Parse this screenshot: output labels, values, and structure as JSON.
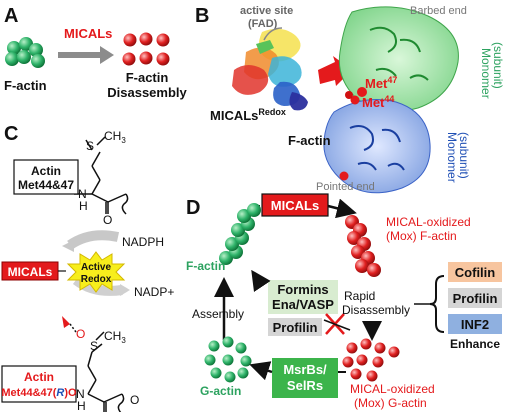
{
  "panel_labels": {
    "a": "A",
    "b": "B",
    "c": "C",
    "d": "D"
  },
  "panel_a": {
    "micals": "MICALs",
    "factin": "F-actin",
    "disassembly_1": "F-actin",
    "disassembly_2": "Disassembly"
  },
  "panel_b": {
    "active_site_1": "active site",
    "active_site_2": "(FAD)",
    "barbed_end": "Barbed end",
    "monomer_1": "Monomer",
    "monomer_2": "(subunit)",
    "met47": "Met",
    "met47_sup": "47",
    "met44": "Met",
    "met44_sup": "44",
    "micals_redox": "MICALs",
    "micals_redox_sup": "Redox",
    "factin": "F-actin",
    "pointed_end": "Pointed end"
  },
  "panel_c": {
    "ch3": "CH",
    "ch3_sub": "3",
    "s": "S",
    "actin_box_1": "Actin",
    "actin_box_2": "Met44&47",
    "nh": "N",
    "nh_h": "H",
    "o": "O",
    "nadph": "NADPH",
    "nadp": "NADP+",
    "micals": "MICALs",
    "active_redox_1": "Active",
    "active_redox_2": "Redox",
    "actin_ox_1": "Actin",
    "actin_ox_2a": "Met44&47(",
    "actin_ox_2r": "R",
    "actin_ox_2b": ")O"
  },
  "panel_d": {
    "micals": "MICALs",
    "mical_ox_f_1": "MICAL-oxidized",
    "mical_ox_f_2": "(Mox) F-actin",
    "factin": "F-actin",
    "formins_1": "Formins",
    "formins_2": "Ena/VASP",
    "profilin": "Profilin",
    "rapid_1": "Rapid",
    "rapid_2": "Disassembly",
    "assembly": "Assembly",
    "gactin": "G-actin",
    "msrbs_1": "MsrBs/",
    "msrbs_2": "SelRs",
    "mical_ox_g_1": "MICAL-oxidized",
    "mical_ox_g_2": "(Mox) G-actin",
    "cofilin": "Cofilin",
    "profilin2": "Profilin",
    "inf2": "INF2",
    "enhance": "Enhance"
  },
  "colors": {
    "red": "#e41a1c",
    "green": "#2ca25f",
    "blue": "#1f4fb5",
    "mical_red": "#e31a1c",
    "cofilin_orange": "#f7c59f",
    "inf2_blue": "#8fb0e0",
    "msrb_green": "#3cb44b"
  }
}
